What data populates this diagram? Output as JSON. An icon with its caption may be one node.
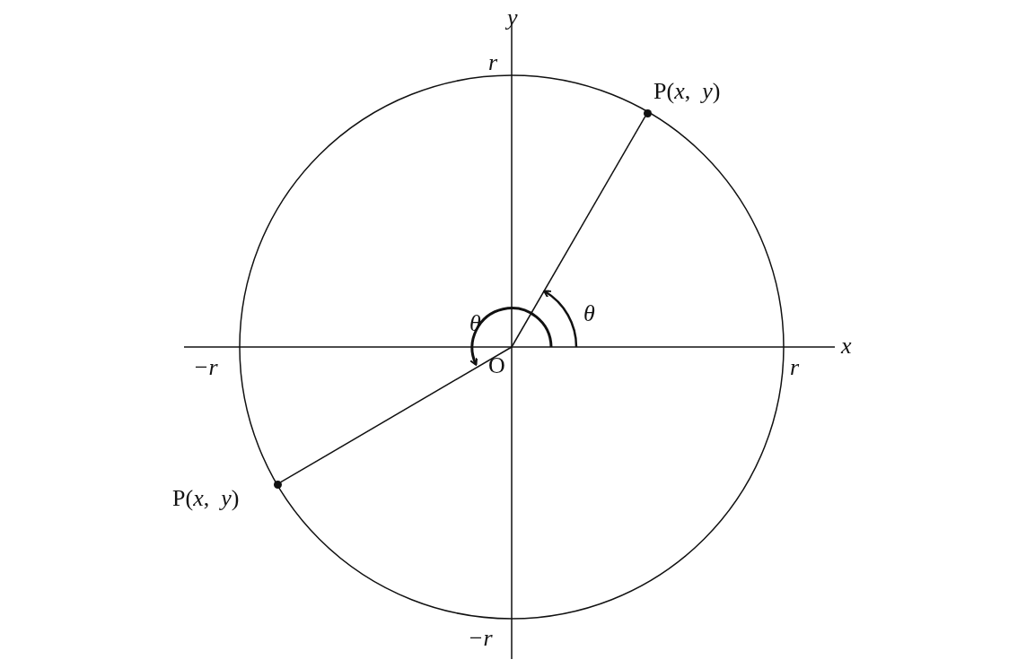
{
  "diagram": {
    "nodes": [
      {
        "text": [
          "O"
        ]
      },
      {
        "text": [],
        "shape": "circle",
        "beside": [
          "P(*x*,  *y*)"
        ]
      },
      {
        "text": [],
        "shape": "circle",
        "beside": [
          "P(*x*,  *y*)"
        ]
      }
    ],
    "edges": [
      {
        "from": 0,
        "to": 1,
        "arrow": "none"
      },
      {
        "from": 0,
        "to": 2,
        "arrow": "none"
      }
    ],
    "labels": [
      "y",
      "r",
      "θ",
      "θ",
      "x",
      "−r",
      "r",
      "−r"
    ]
  }
}
